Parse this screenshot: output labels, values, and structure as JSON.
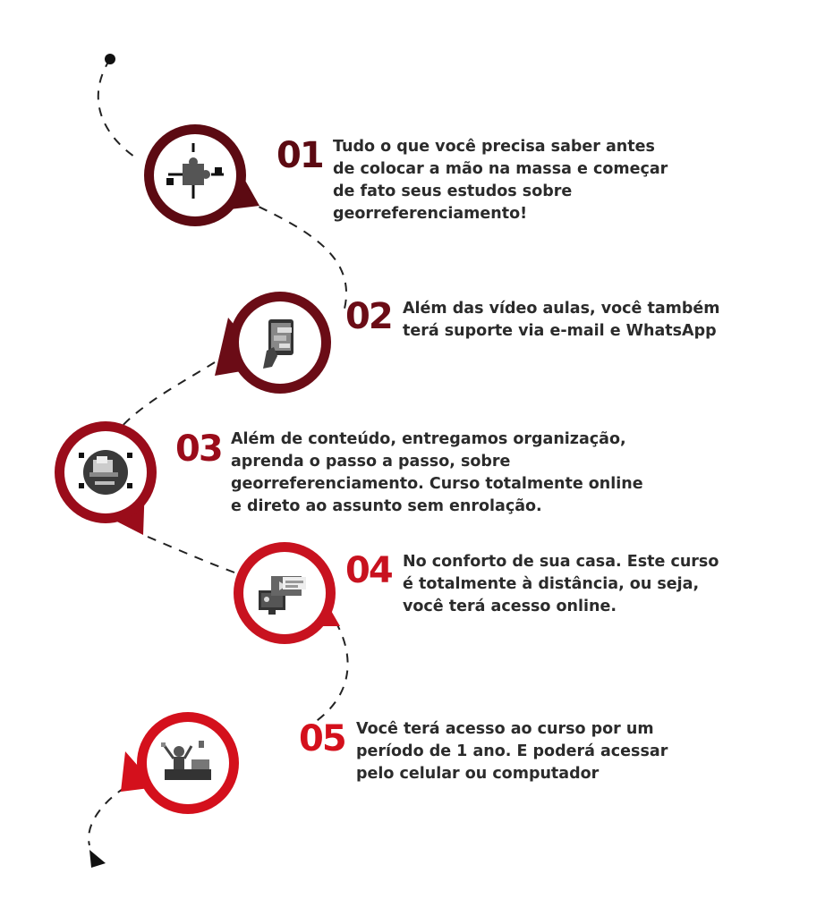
{
  "colors": {
    "text": "#2b2b2b",
    "dark_red": "#5c0a12",
    "mid_red": "#9a0c1a",
    "red": "#c8121f",
    "path": "#222222"
  },
  "steps": [
    {
      "number": "01",
      "lines": [
        "Tudo o que você precisa saber antes",
        "de colocar a mão na massa e começar",
        "de fato seus estudos sobre",
        "georreferenciamento!"
      ],
      "icon": "puzzle-piece-icon",
      "color": "#5c0a12"
    },
    {
      "number": "02",
      "lines": [
        "Além das vídeo aulas, você também",
        "terá suporte via e-mail e WhatsApp"
      ],
      "icon": "smartphone-chat-icon",
      "color": "#6b0c16"
    },
    {
      "number": "03",
      "lines": [
        "Além de conteúdo, entregamos organização,",
        "aprenda o passo a passo, sobre",
        "georreferenciamento. Curso totalmente online",
        "e direto ao assunto sem enrolação."
      ],
      "icon": "laptop-organization-icon",
      "color": "#9a0c1a"
    },
    {
      "number": "04",
      "lines": [
        "No conforto de sua casa. Este curso",
        "é totalmente à distância, ou seja,",
        "você terá acesso online."
      ],
      "icon": "monitor-video-icon",
      "color": "#c8121f"
    },
    {
      "number": "05",
      "lines": [
        "Você terá acesso ao curso por um",
        "período de 1 ano. E poderá acessar",
        "pelo celular ou computador"
      ],
      "icon": "person-desk-icon",
      "color": "#d4101c"
    }
  ]
}
